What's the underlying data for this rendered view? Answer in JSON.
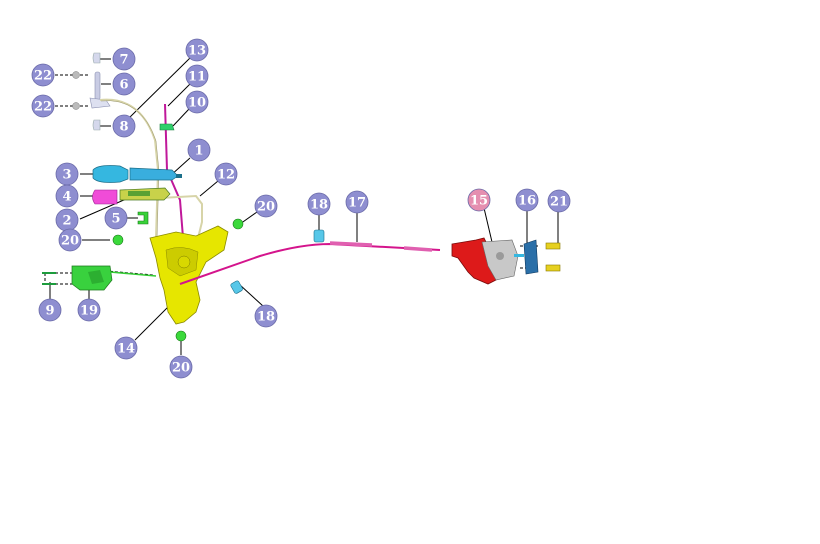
{
  "diagram": {
    "callouts": [
      {
        "id": "c7",
        "label": "7"
      },
      {
        "id": "c6",
        "label": "6"
      },
      {
        "id": "c8",
        "label": "8"
      },
      {
        "id": "c22a",
        "label": "22"
      },
      {
        "id": "c22b",
        "label": "22"
      },
      {
        "id": "c13",
        "label": "13"
      },
      {
        "id": "c11",
        "label": "11"
      },
      {
        "id": "c10",
        "label": "10"
      },
      {
        "id": "c1",
        "label": "1"
      },
      {
        "id": "c3",
        "label": "3"
      },
      {
        "id": "c4",
        "label": "4"
      },
      {
        "id": "c2",
        "label": "2"
      },
      {
        "id": "c5",
        "label": "5"
      },
      {
        "id": "c12",
        "label": "12"
      },
      {
        "id": "c20a",
        "label": "20"
      },
      {
        "id": "c20b",
        "label": "20"
      },
      {
        "id": "c20c",
        "label": "20"
      },
      {
        "id": "c18a",
        "label": "18"
      },
      {
        "id": "c18b",
        "label": "18"
      },
      {
        "id": "c17",
        "label": "17"
      },
      {
        "id": "c15",
        "label": "15"
      },
      {
        "id": "c16",
        "label": "16"
      },
      {
        "id": "c21",
        "label": "21"
      },
      {
        "id": "c9",
        "label": "9"
      },
      {
        "id": "c19",
        "label": "19"
      },
      {
        "id": "c14",
        "label": "14"
      }
    ],
    "colors": {
      "callout_fill": "#8e8ed0",
      "callout_highlight": "#e58fb0",
      "housing": "#e6e600",
      "cable": "#d4148c",
      "latch": "#dd1a1a",
      "green_part": "#33cc33",
      "cyan_part": "#35b7e0",
      "magenta_part": "#f04cd8"
    }
  }
}
